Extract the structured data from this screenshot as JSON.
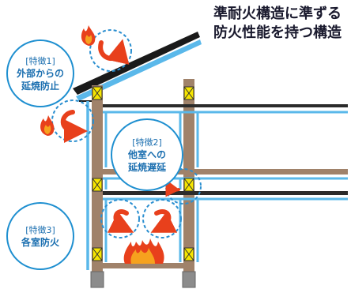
{
  "title": {
    "line1": "準耐火構造に準ずる",
    "line2": "防火性能を持つ構造"
  },
  "features": [
    {
      "tag": "[特徴1]",
      "lines": [
        "外部からの",
        "延焼防止"
      ]
    },
    {
      "tag": "[特徴2]",
      "lines": [
        "他室への",
        "延焼遅延"
      ]
    },
    {
      "tag": "[特徴3]",
      "lines": [
        "各室防火"
      ]
    }
  ],
  "colors": {
    "insulation_blue": "#5ab8ea",
    "timber": "#a0826a",
    "beam_dark": "#2b2b2b",
    "flame_red": "#e8401c",
    "flame_orange": "#f6a21e",
    "bracket_yellow": "#f7e600",
    "label_blue": "#1e8fd0"
  }
}
